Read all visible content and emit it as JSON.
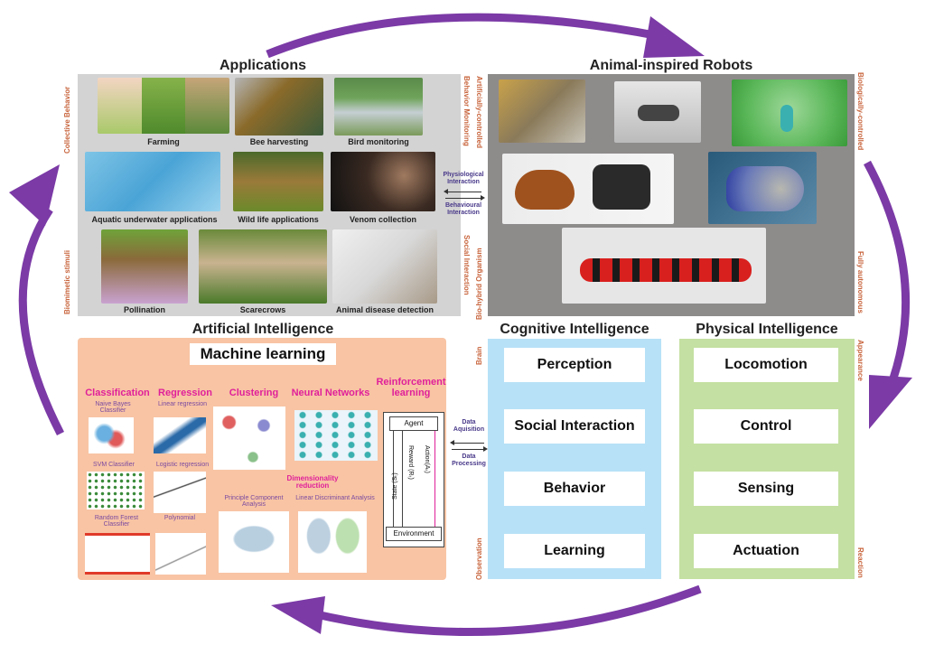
{
  "colors": {
    "arrow": "#7b3aa6",
    "side_label": "#c8643c",
    "ml_heading": "#e0209a",
    "ml_subheading": "#7b4aa0",
    "cognitive_bg": "#b7e1f7",
    "physical_bg": "#c4e0a2",
    "ai_bg": "#f8c4a4"
  },
  "applications": {
    "title": "Applications",
    "side_labels": {
      "left_top": "Collective Behavior",
      "left_bottom": "Biomimetic stimuli",
      "right_top": "Behavior Monitoring",
      "right_bottom": "Social Interaction"
    },
    "items": [
      {
        "label": "Farming"
      },
      {
        "label": "Bee harvesting"
      },
      {
        "label": "Bird monitoring"
      },
      {
        "label": "Aquatic underwater applications"
      },
      {
        "label": "Wild life applications"
      },
      {
        "label": "Venom collection"
      },
      {
        "label": "Pollination"
      },
      {
        "label": "Scarecrows"
      },
      {
        "label": "Animal disease detection"
      }
    ]
  },
  "interaction": {
    "top": "Physiological Interaction",
    "bottom": "Behavioural Interaction"
  },
  "robots": {
    "title": "Animal-inspired Robots",
    "side_labels": {
      "left_top": "Artificially-controlled",
      "left_bottom": "Bio-hybrid Organism",
      "right_top": "Biologically-controlled",
      "right_bottom": "Fully autonomous"
    },
    "images": [
      "robot-dog",
      "robot-insect",
      "robot-hummingbird",
      "robot-cockroach",
      "robot-fish",
      "robot-snake"
    ]
  },
  "ai": {
    "title": "Artificial Intelligence",
    "ml_title": "Machine learning",
    "categories": {
      "classification": "Classification",
      "regression": "Regression",
      "clustering": "Clustering",
      "neural_networks": "Neural Networks",
      "reinforcement": "Reinforcement learning",
      "dimensionality": "Dimensionality reduction"
    },
    "subtypes": {
      "naive_bayes": "Naive Bayes Classifier",
      "linear_regression": "Linear regression",
      "svm": "SVM Classifier",
      "logistic": "Logistic regression",
      "random_forest": "Random Forest Classifier",
      "polynomial": "Polynomial",
      "pca": "Principle Component Analysis",
      "lda": "Linear Discriminant Analysis"
    },
    "rl": {
      "agent": "Agent",
      "environment": "Environment",
      "state": "State (Sₜ)",
      "reward": "Reward (Rₜ)",
      "action": "Action(Aₜ)"
    }
  },
  "data_flow": {
    "top": "Data Aquisition",
    "bottom": "Data Processing"
  },
  "cognitive": {
    "title": "Cognitive Intelligence",
    "side_labels": {
      "top": "Brain",
      "bottom": "Observation"
    },
    "items": [
      "Perception",
      "Social Interaction",
      "Behavior",
      "Learning"
    ]
  },
  "physical": {
    "title": "Physical Intelligence",
    "side_labels": {
      "top": "Appearance",
      "bottom": "Reaction"
    },
    "items": [
      "Locomotion",
      "Control",
      "Sensing",
      "Actuation"
    ]
  }
}
